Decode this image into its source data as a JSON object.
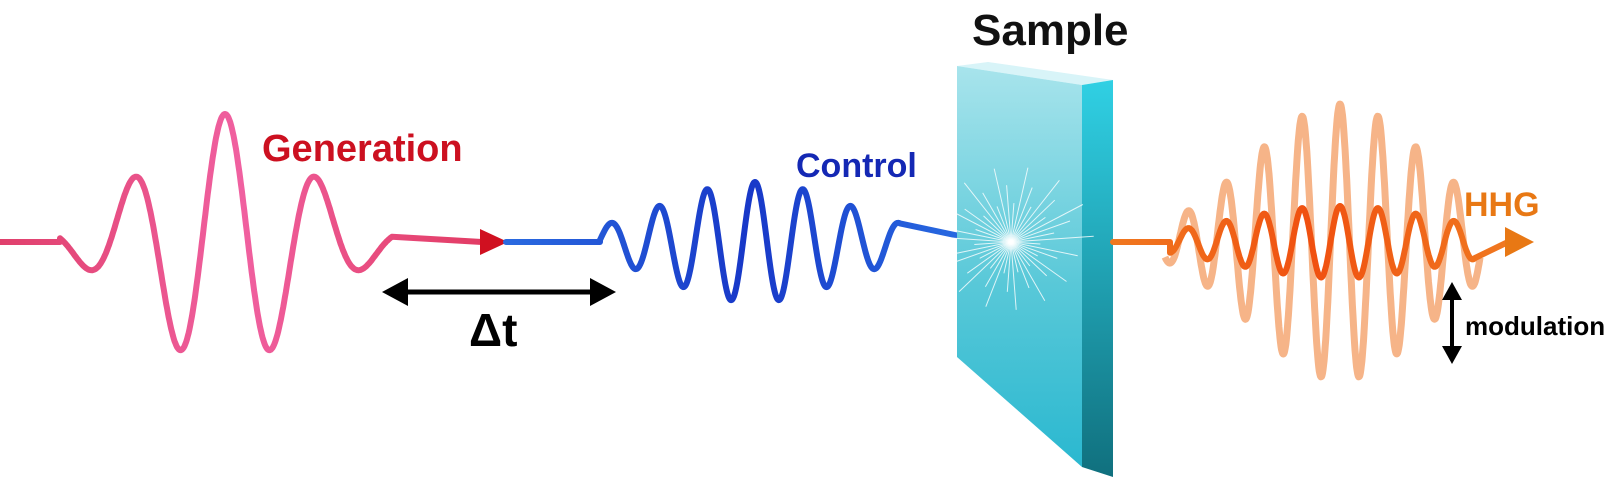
{
  "labels": {
    "generation": "Generation",
    "control": "Control",
    "delay": "Δt",
    "sample": "Sample",
    "hhg": "HHG",
    "modulation": "modulation"
  },
  "colors": {
    "generation_pulse": "#e8406a",
    "generation_label": "#cc1020",
    "control_pulse": "#1e50d2",
    "control_label": "#1428b4",
    "hhg_pulse": "#f06414",
    "hhg_envelope": "#f5b080",
    "hhg_label": "#e87814",
    "sample_face": "#4cc8dc",
    "sample_side": "#128090",
    "arrow": "#000000"
  }
}
